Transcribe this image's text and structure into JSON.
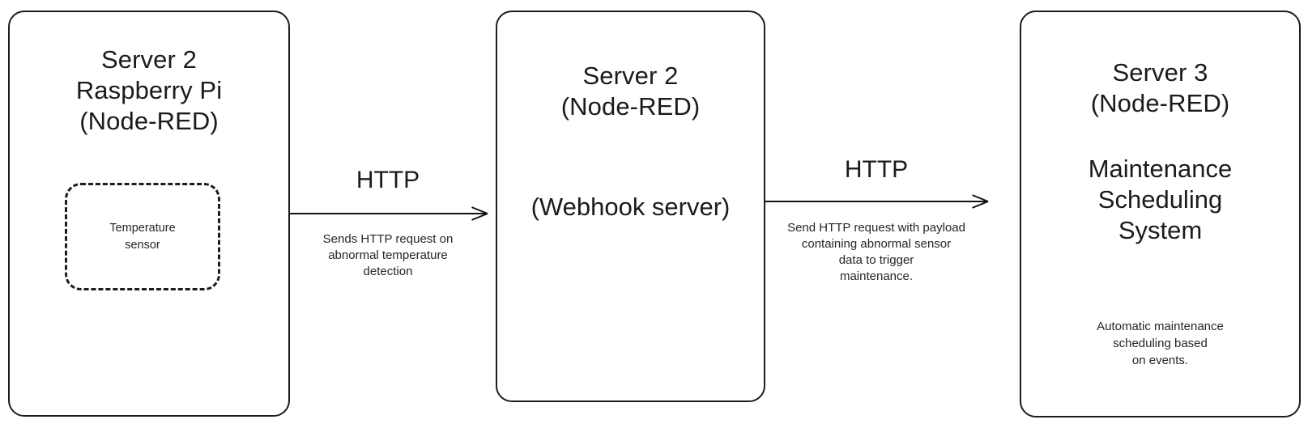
{
  "diagram": {
    "nodes": [
      {
        "id": "server2-pi",
        "title": "Server 2\nRaspberry Pi\n(Node-RED)",
        "inner": {
          "label": "Temperature\nsensor",
          "style": "dashed"
        }
      },
      {
        "id": "webhook",
        "title": "Server 2\n(Node-RED)",
        "subtitle": "(Webhook server)"
      },
      {
        "id": "server3",
        "title": "Server 3\n(Node-RED)",
        "subtitle": "Maintenance\nScheduling\nSystem",
        "caption": "Automatic maintenance\nscheduling based\non events."
      }
    ],
    "connectors": [
      {
        "id": "connector-1",
        "label": "HTTP",
        "description": "Sends HTTP request on\nabnormal temperature\ndetection",
        "direction": "right"
      },
      {
        "id": "connector-2",
        "label": "HTTP",
        "description": "Send HTTP request with payload\ncontaining abnormal sensor\ndata to trigger\nmaintenance.",
        "direction": "right"
      }
    ],
    "colors": {
      "stroke": "#1d1d1d",
      "text": "#1b1b1b",
      "background": "#ffffff"
    }
  }
}
